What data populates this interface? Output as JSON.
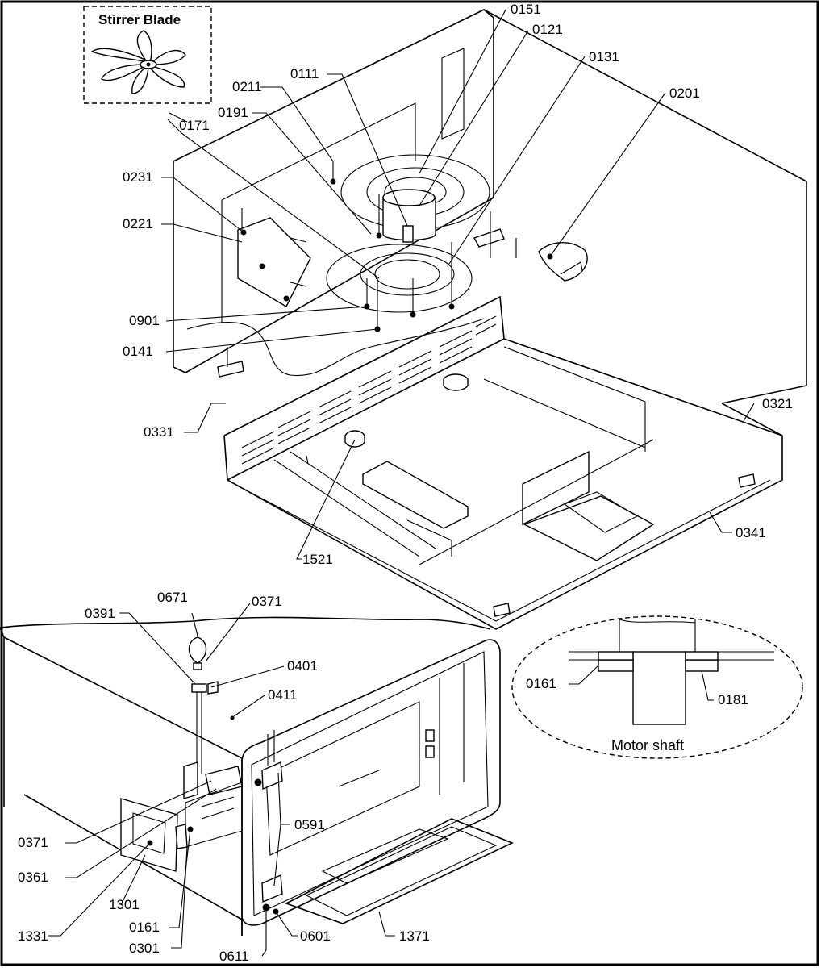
{
  "labels": {
    "stirrer_blade_title": "Stirrer Blade",
    "motor_shaft_caption": "Motor shaft",
    "p0151": "0151",
    "p0121": "0121",
    "p0131": "0131",
    "p0201": "0201",
    "p0111": "0111",
    "p0211": "0211",
    "p0191": "0191",
    "p0171": "0171",
    "p0231": "0231",
    "p0221": "0221",
    "p0901": "0901",
    "p0141": "0141",
    "p0331": "0331",
    "p0321": "0321",
    "p0341": "0341",
    "p1521": "1521",
    "p0671": "0671",
    "p0371_top": "0371",
    "p0391": "0391",
    "p0401": "0401",
    "p0411": "0411",
    "p0161_shaft": "0161",
    "p0181": "0181",
    "p0591": "0591",
    "p0371_left": "0371",
    "p0361": "0361",
    "p1301": "1301",
    "p1331": "1331",
    "p0161_bottom": "0161",
    "p0301": "0301",
    "p0601": "0601",
    "p0611": "0611",
    "p1371": "1371"
  }
}
